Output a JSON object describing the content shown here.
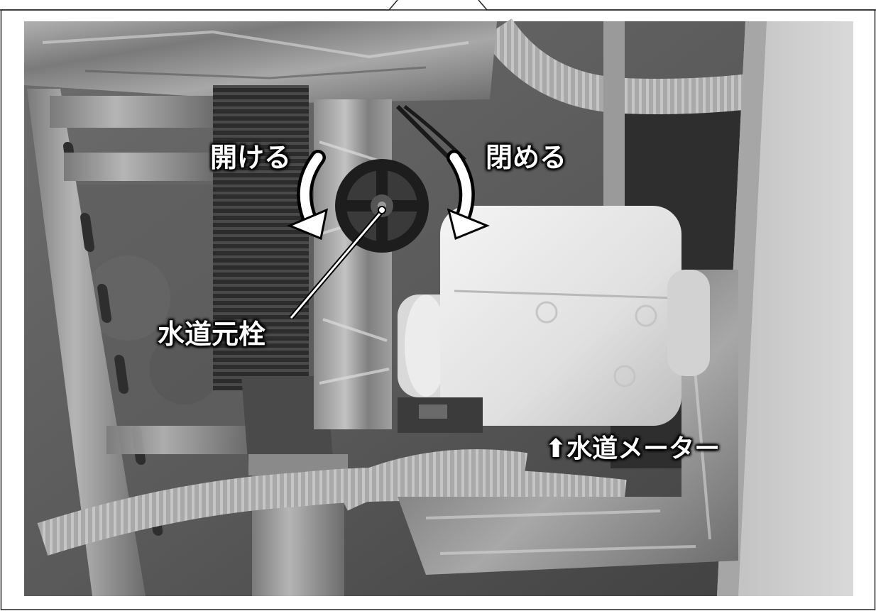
{
  "labels": {
    "open": "開ける",
    "close": "閉める",
    "main_valve": "水道元栓",
    "meter": "水道メーター"
  },
  "icons": {
    "open_arrow": "curved-arrow-counterclockwise-icon",
    "close_arrow": "curved-arrow-clockwise-icon",
    "meter_pointer": "up-arrow-icon"
  },
  "colors": {
    "label_text": "#ffffff",
    "label_outline": "#000000",
    "frame": "#222222"
  }
}
